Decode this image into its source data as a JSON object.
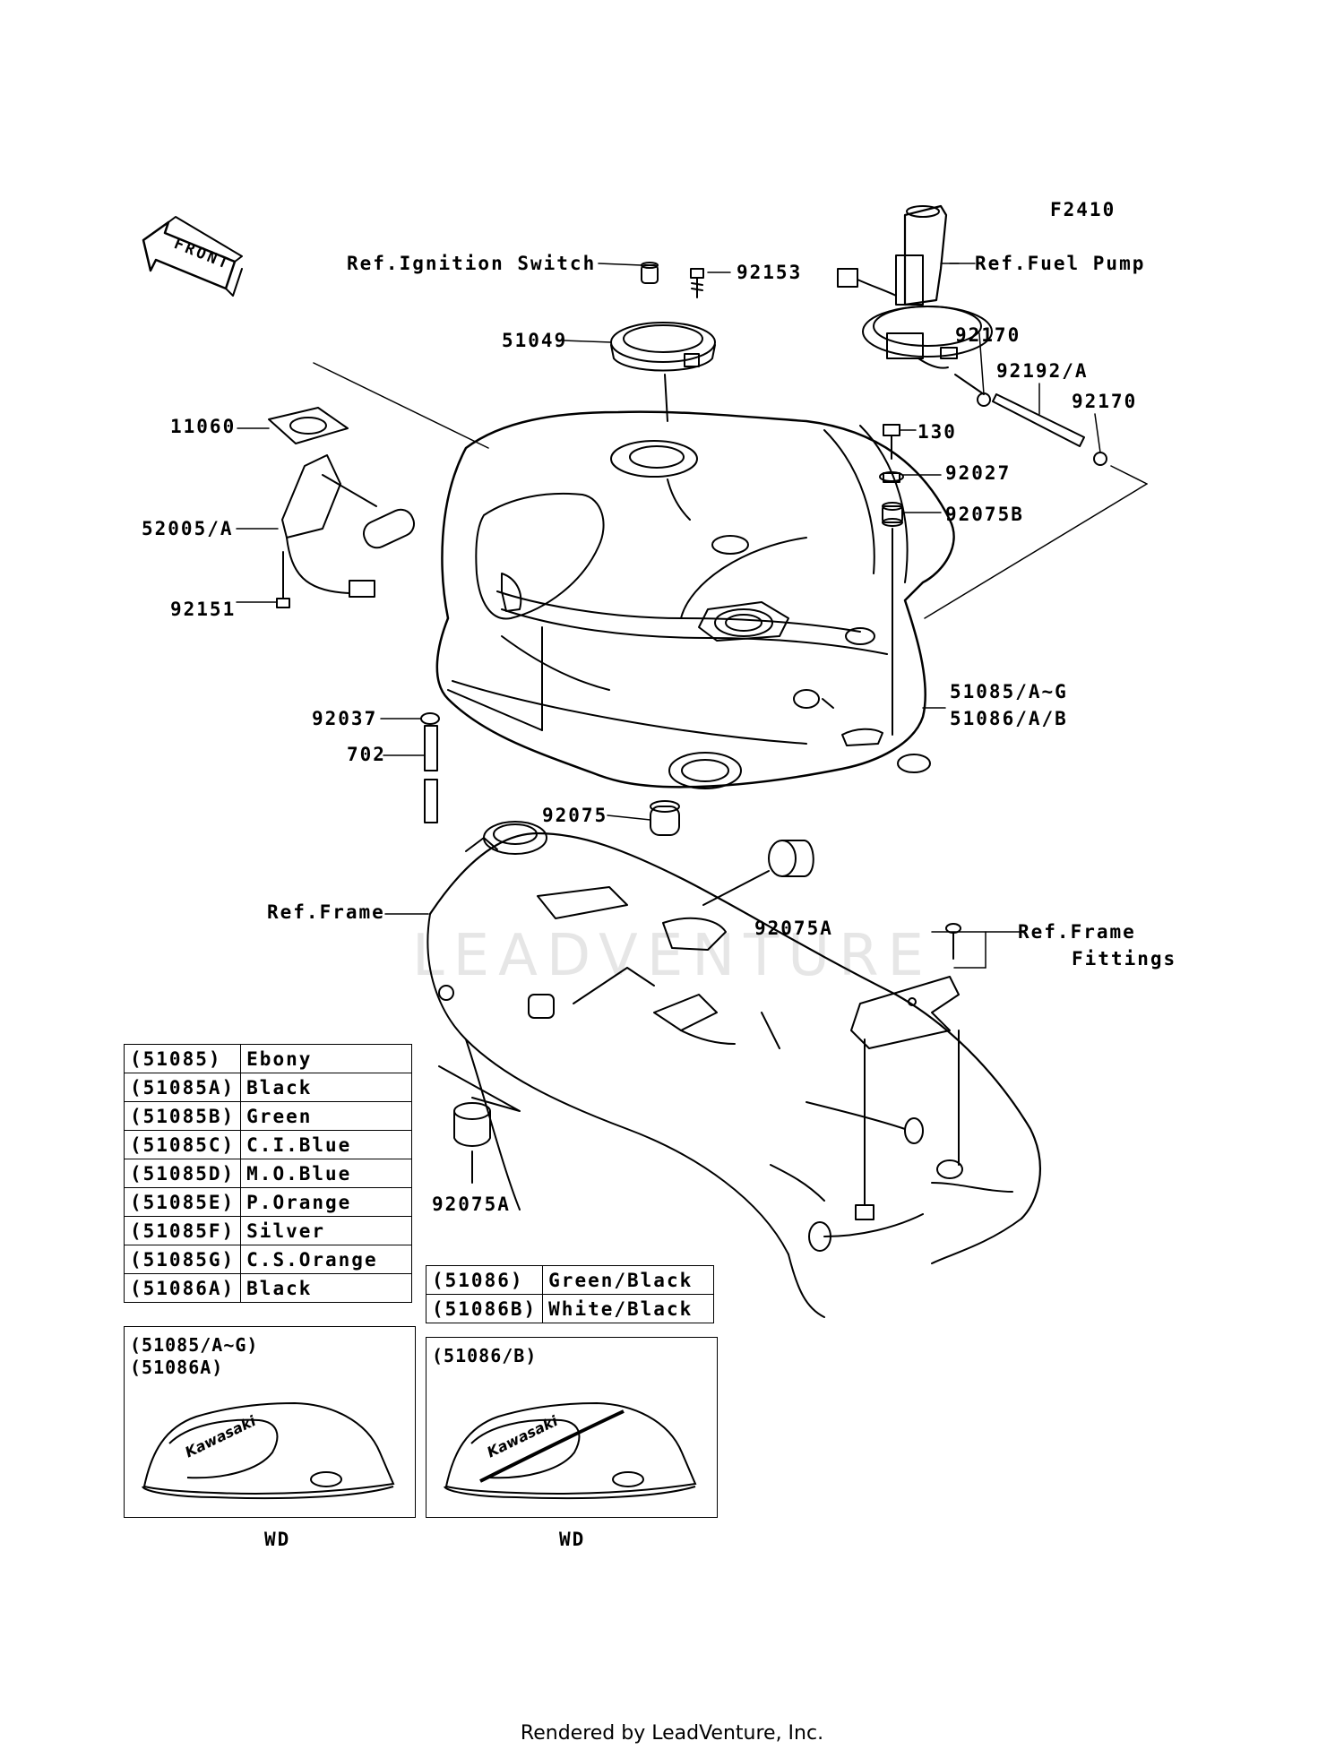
{
  "diagram": {
    "code": "F2410",
    "front_label": "FRONT",
    "watermark": "LEADVENTURE",
    "labels": {
      "ref_ignition": "Ref.Ignition Switch",
      "ref_fuel_pump": "Ref.Fuel Pump",
      "ref_frame": "Ref.Frame",
      "ref_frame_fittings_1": "Ref.Frame",
      "ref_frame_fittings_2": "Fittings"
    },
    "parts": {
      "p92153": "92153",
      "p51049": "51049",
      "p92170a": "92170",
      "p92192": "92192/A",
      "p92170b": "92170",
      "p130": "130",
      "p92027": "92027",
      "p92075b": "92075B",
      "p11060": "11060",
      "p52005": "52005/A",
      "p92151": "92151",
      "p51085": "51085/A~G",
      "p51086": "51086/A/B",
      "p92037": "92037",
      "p702": "702",
      "p92075": "92075",
      "p92075a1": "92075A",
      "p92075a2": "92075A"
    }
  },
  "color_table_1": [
    {
      "code": "(51085)",
      "color": "Ebony"
    },
    {
      "code": "(51085A)",
      "color": "Black"
    },
    {
      "code": "(51085B)",
      "color": "Green"
    },
    {
      "code": "(51085C)",
      "color": "C.I.Blue"
    },
    {
      "code": "(51085D)",
      "color": "M.O.Blue"
    },
    {
      "code": "(51085E)",
      "color": "P.Orange"
    },
    {
      "code": "(51085F)",
      "color": "Silver"
    },
    {
      "code": "(51085G)",
      "color": "C.S.Orange"
    },
    {
      "code": "(51086A)",
      "color": "Black"
    }
  ],
  "color_table_2": [
    {
      "code": "(51086)",
      "color": "Green/Black"
    },
    {
      "code": "(51086B)",
      "color": "White/Black"
    }
  ],
  "variant_boxes": [
    {
      "caption": "(51085/A~G)\n(51086A)",
      "brand": "Kawasaki",
      "note": "WD"
    },
    {
      "caption": "(51086/B)",
      "brand": "Kawasaki",
      "note": "WD"
    }
  ],
  "footer": "Rendered by LeadVenture, Inc."
}
